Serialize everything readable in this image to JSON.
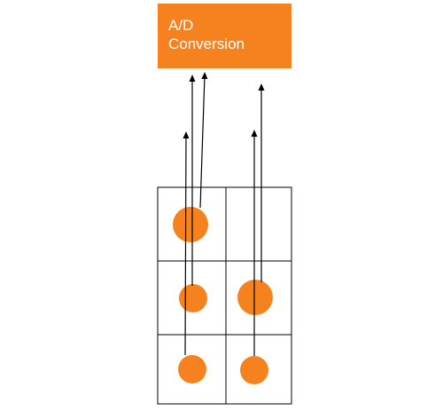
{
  "converter": {
    "line1": "A/D",
    "line2": "Conversion"
  },
  "colors": {
    "accent": "#F5821F",
    "stroke": "#000000",
    "text": "#FFFFFF"
  },
  "grid": {
    "rows": 3,
    "cols": 2,
    "cells": [
      {
        "row": 1,
        "col": 1,
        "has_sample": true,
        "sample_size": "large"
      },
      {
        "row": 1,
        "col": 2,
        "has_sample": false
      },
      {
        "row": 2,
        "col": 1,
        "has_sample": true,
        "sample_size": "medium"
      },
      {
        "row": 2,
        "col": 2,
        "has_sample": true,
        "sample_size": "large"
      },
      {
        "row": 3,
        "col": 1,
        "has_sample": true,
        "sample_size": "medium"
      },
      {
        "row": 3,
        "col": 2,
        "has_sample": true,
        "sample_size": "medium"
      }
    ]
  }
}
